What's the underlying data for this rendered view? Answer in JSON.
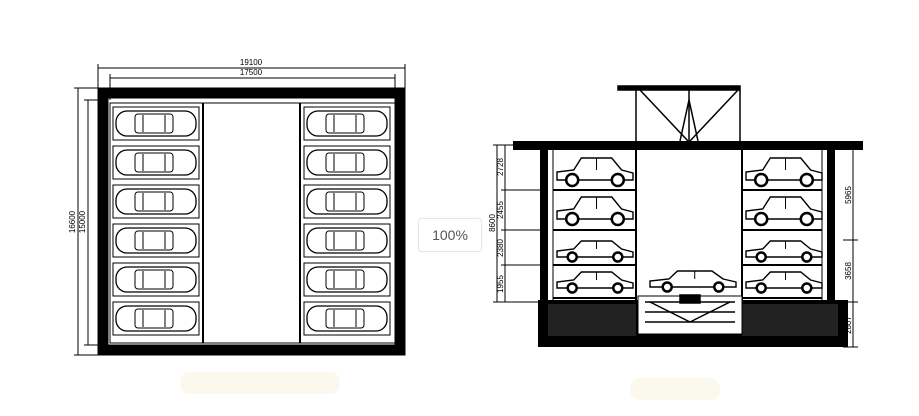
{
  "plan": {
    "width_outer": "19100",
    "width_inner": "17500",
    "depth_outer": "16600",
    "depth_inner": "15000"
  },
  "elevation": {
    "left_levels": [
      "2728",
      "2455",
      "2380",
      "1955"
    ],
    "left_total": "8600",
    "right_levels": [
      "5965",
      "3658",
      "2807"
    ]
  },
  "viewer": {
    "zoom_label": "100%"
  }
}
